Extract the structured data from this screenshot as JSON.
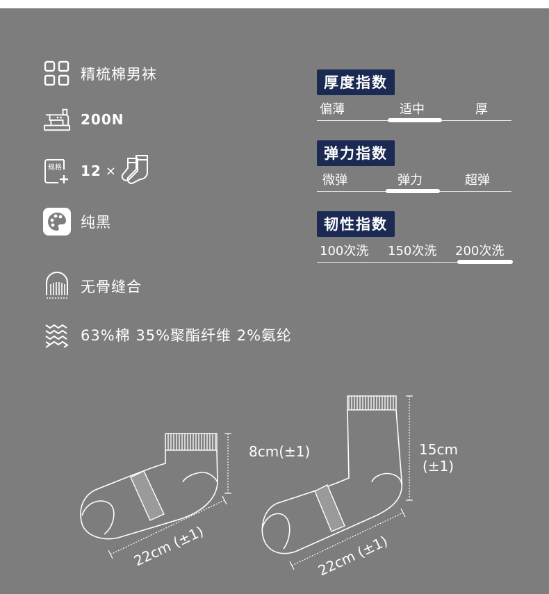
{
  "specs": {
    "name": "精梳棉男袜",
    "needle_count": "200N",
    "pack_qty": "12",
    "pack_multiplier": "×",
    "color": "纯黑",
    "seam": "无骨缝合",
    "material": "63%棉 35%聚酯纤维 2%氨纶"
  },
  "icons": {
    "name": "grid-squares-icon",
    "needle_count": "sewing-machine-icon",
    "pack": "spec-plus-icon",
    "pack_label": "规格",
    "sock": "sock-pair-icon",
    "color": "palette-icon",
    "seam": "sock-toe-seam-icon",
    "material": "fabric-weave-icon"
  },
  "indices": [
    {
      "title": "厚度指数",
      "labels": [
        "偏薄",
        "适中",
        "厚"
      ],
      "selected": 1
    },
    {
      "title": "弹力指数",
      "labels": [
        "微弹",
        "弹力",
        "超弹"
      ],
      "selected": 1
    },
    {
      "title": "韧性指数",
      "labels": [
        "100次洗",
        "150次洗",
        "200次洗"
      ],
      "selected": 2
    }
  ],
  "dimensions": {
    "short_sock_height": "8cm(±1)",
    "short_sock_length": "22cm (±1)",
    "tall_sock_height_value": "15cm",
    "tall_sock_height_tol": "(±1)",
    "tall_sock_length": "22cm (±1)"
  },
  "colors": {
    "background": "#7d7d7d",
    "badge": "#1b2a52",
    "text": "#ffffff"
  }
}
